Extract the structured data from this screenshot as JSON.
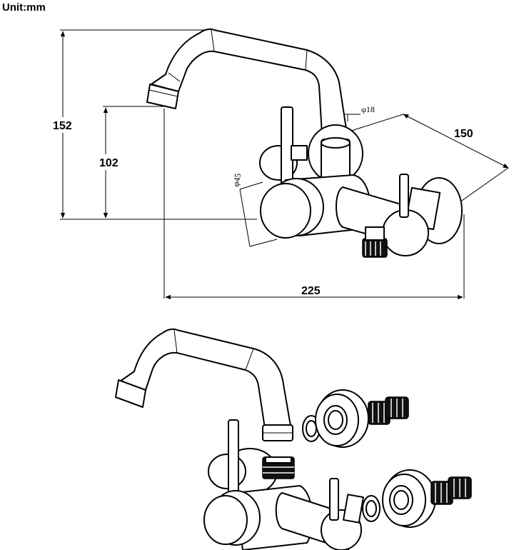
{
  "unit_label": "Unit:mm",
  "dimensions": {
    "height_total": "152",
    "height_spout": "102",
    "width_total": "225",
    "depth": "150",
    "pipe_diameter": "φ18",
    "body_diameter": "φ45"
  },
  "colors": {
    "line": "#000000",
    "background": "#ffffff"
  }
}
